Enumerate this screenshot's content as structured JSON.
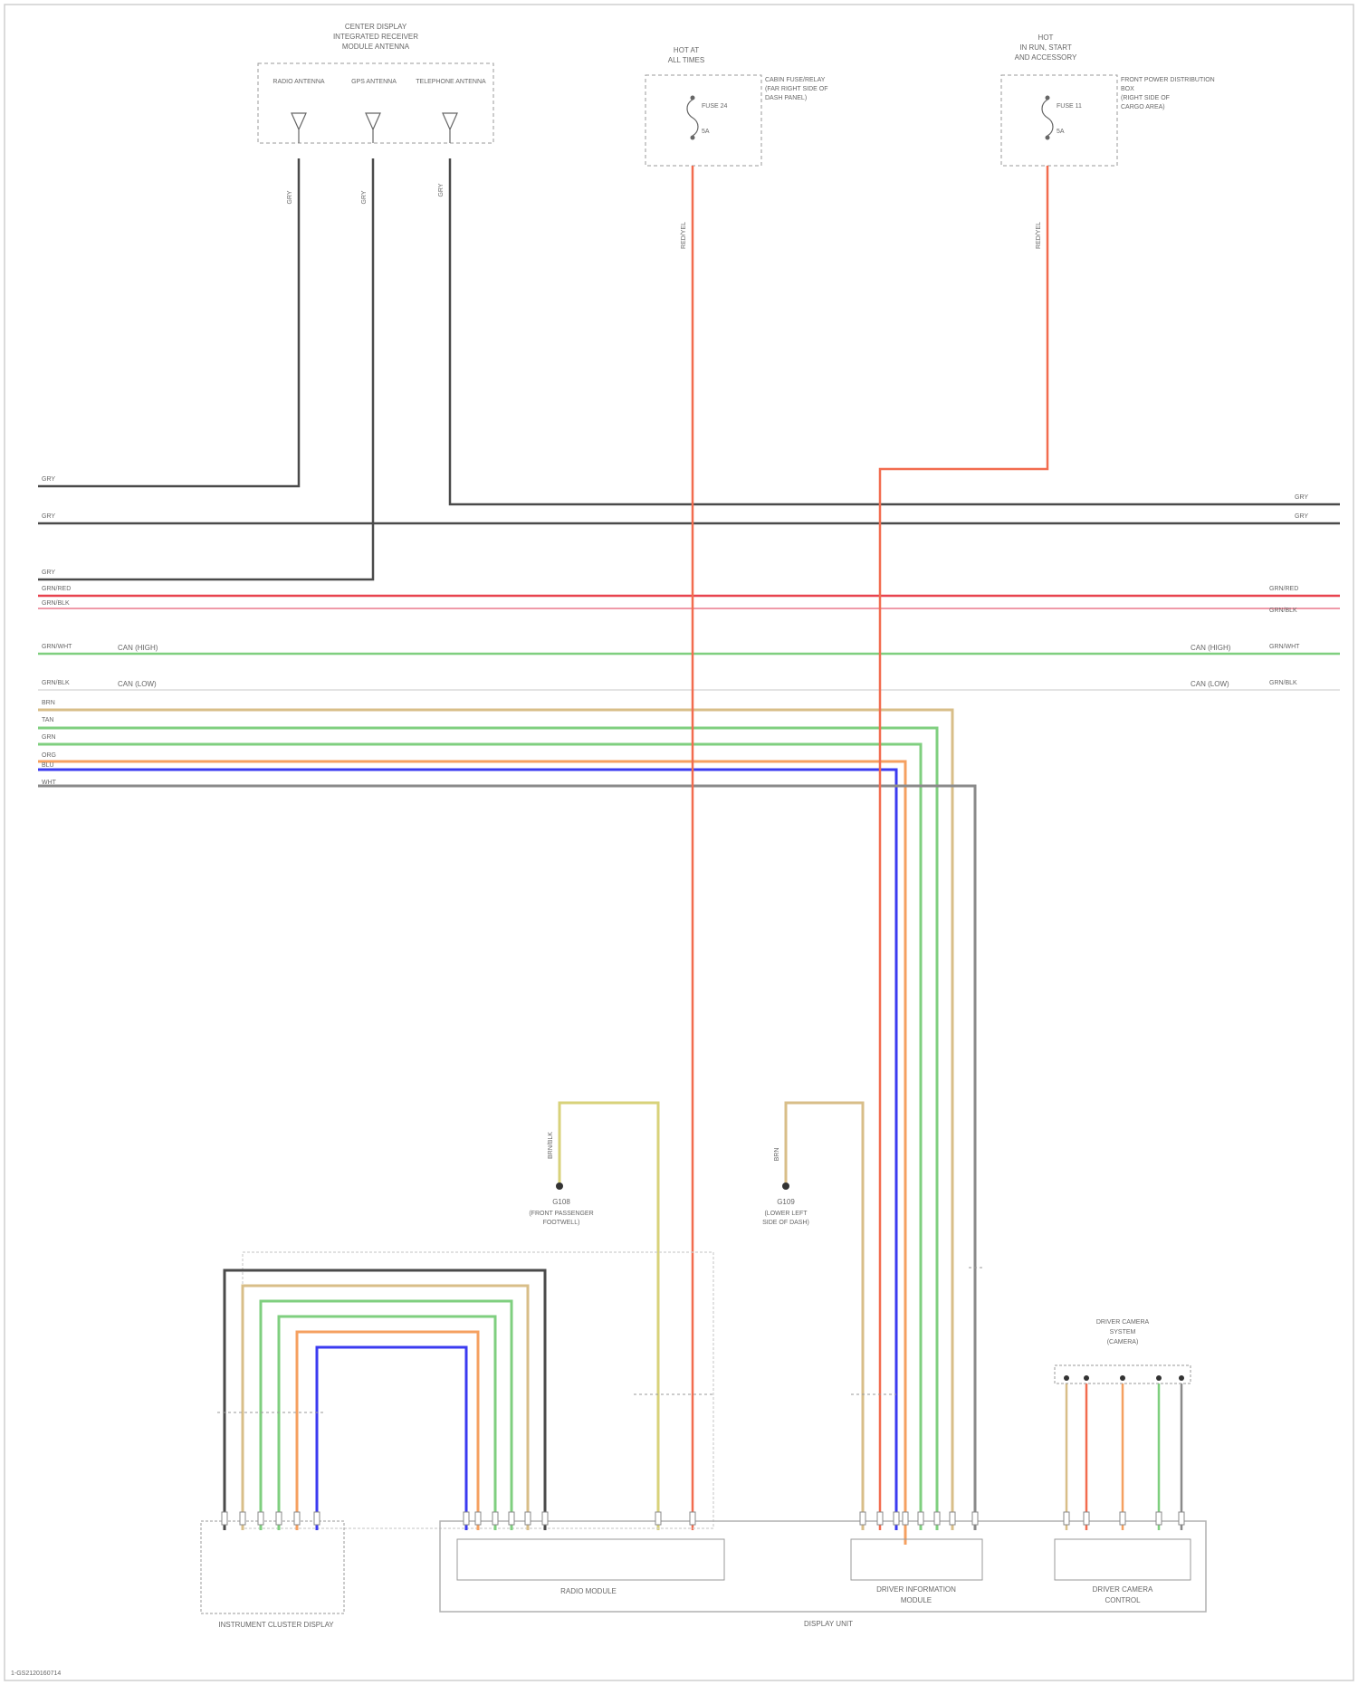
{
  "diagram": {
    "footer_id": "1-GS2120160714",
    "top_components": {
      "antenna_module": {
        "title_lines": [
          "CENTER DISPLAY",
          "INTEGRATED RECEIVER",
          "MODULE ANTENNA"
        ],
        "antennas": [
          "RADIO ANTENNA",
          "GPS ANTENNA",
          "TELEPHONE ANTENNA"
        ]
      },
      "fuse_left": {
        "title_lines": [
          "HOT AT",
          "ALL TIMES"
        ],
        "fuse": "FUSE 24",
        "fuse_amp": "5A",
        "location_lines": [
          "CABIN FUSE/RELAY",
          "(FAR RIGHT SIDE OF",
          "DASH PANEL)"
        ]
      },
      "fuse_right": {
        "title_lines": [
          "HOT",
          "IN RUN, START",
          "AND ACCESSORY"
        ],
        "fuse": "FUSE 11",
        "fuse_amp": "5A",
        "location_lines": [
          "FRONT POWER DISTRIBUTION",
          "BOX",
          "(RIGHT SIDE OF",
          "CARGO AREA)"
        ]
      }
    },
    "left_wire_labels": [
      "GRY",
      "GRY",
      "GRY",
      "GRN/RED",
      "GRN/BLK",
      "GRN/WHT",
      "GRN/BLK",
      "BRN",
      "TAN",
      "GRN",
      "ORG",
      "BLU",
      "WHT"
    ],
    "bus_labels": {
      "can_high": "CAN (HIGH)",
      "can_low": "CAN (LOW)"
    },
    "right_wire_labels": [
      "GRY",
      "GRY",
      "GRN/RED",
      "GRN/BLK",
      "GRN/WHT",
      "GRN/BLK"
    ],
    "vertical_wire_labels": {
      "radio": "GRY",
      "gps": "GRY",
      "tel": "GRY",
      "fuse_left_wire": "RED/YEL",
      "fuse_right_wire": "RED/YEL"
    },
    "grounds": [
      {
        "id": "G108",
        "lines": [
          "(FRONT PASSENGER",
          "FOOTWELL)"
        ],
        "wire": "BRN/BLK"
      },
      {
        "id": "G109",
        "lines": [
          "(LOWER LEFT",
          "SIDE OF DASH)"
        ],
        "wire": "BRN"
      }
    ],
    "bottom_components": {
      "instrument_cluster": "INSTRUMENT CLUSTER DISPLAY",
      "display_unit": "DISPLAY UNIT",
      "radio_module": "RADIO MODULE",
      "driver_info_module": [
        "DRIVER INFORMATION",
        "MODULE"
      ],
      "camera_control": [
        "DRIVER CAMERA",
        "CONTROL"
      ],
      "camera_system": [
        "DRIVER CAMERA",
        "SYSTEM",
        "(CAMERA)"
      ]
    }
  },
  "colors": {
    "gray": "#4a4a4a",
    "red": "#e8434f",
    "pink": "#ef9aa8",
    "green": "#7fcf7f",
    "tan": "#d8be88",
    "orange": "#f5a060",
    "blue": "#3b3bf0",
    "yellow": "#d8d27a",
    "redyel": "#f26c4f",
    "dash": "#9a9a9a"
  }
}
